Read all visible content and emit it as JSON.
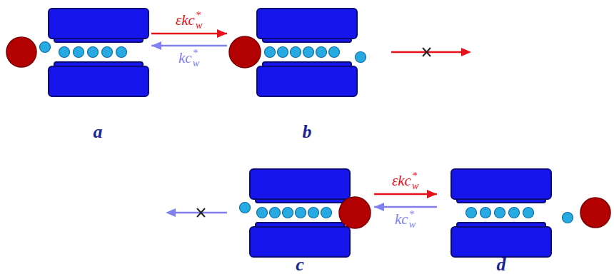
{
  "diagram": {
    "nodes": [
      {
        "text": [
          "a"
        ]
      },
      {
        "text": [
          "b"
        ]
      },
      {
        "text": [
          "c"
        ]
      },
      {
        "text": [
          "d"
        ]
      }
    ],
    "edges": [
      {
        "from": 0,
        "to": 1,
        "arrow": "to",
        "label": "εkc*w"
      },
      {
        "from": 1,
        "to": 0,
        "arrow": "to",
        "label": "kc*w"
      },
      {
        "from": 2,
        "to": 3,
        "arrow": "to",
        "label": "εkc*w"
      },
      {
        "from": 3,
        "to": 2,
        "arrow": "to",
        "label": "kc*w"
      }
    ]
  }
}
